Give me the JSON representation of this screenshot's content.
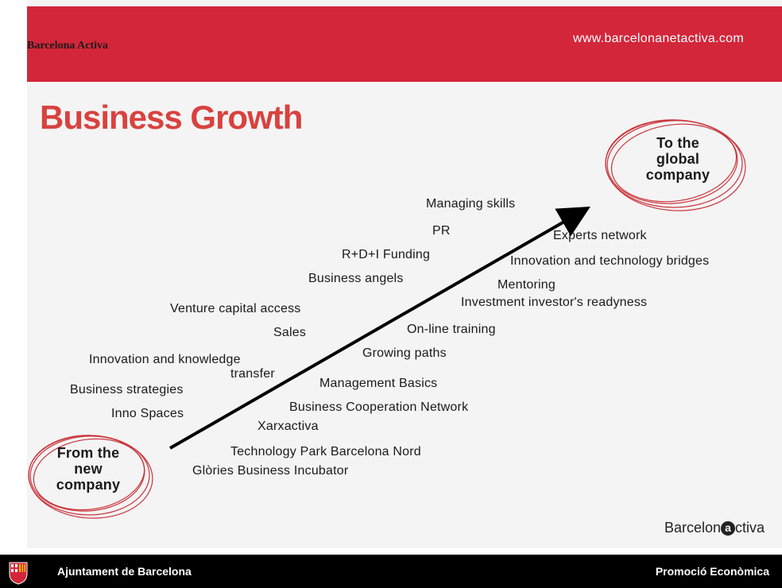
{
  "header": {
    "brand": "Barcelona Activa",
    "url": "www.barcelonanetactiva.com"
  },
  "title": "Business Growth",
  "start_label": [
    "From the",
    "new",
    "company"
  ],
  "end_label": [
    "To the",
    "global",
    "company"
  ],
  "items_left": [
    "Managing skills",
    "PR",
    "R+D+I Funding",
    "Business angels",
    "Venture capital access",
    "Sales",
    "Innovation and knowledge",
    "transfer",
    "Business strategies",
    "Inno Spaces"
  ],
  "items_right": [
    "Experts network",
    "Innovation and technology bridges",
    "Mentoring",
    "Investment investor's readyness",
    "On-line training",
    "Growing paths",
    "Management Basics",
    "Business Cooperation Network",
    "Xarxactiva",
    "Technology Park Barcelona Nord",
    "Glòries Business Incubator"
  ],
  "logo": {
    "text_before": "Barcelon",
    "mark": "a",
    "text_after": "ctiva"
  },
  "footer": {
    "left": "Ajuntament de Barcelona",
    "right": "Promoció Econòmica"
  },
  "colors": {
    "brand_red": "#d3263a",
    "title_red": "#d8423f",
    "footer_bg": "#000000"
  }
}
